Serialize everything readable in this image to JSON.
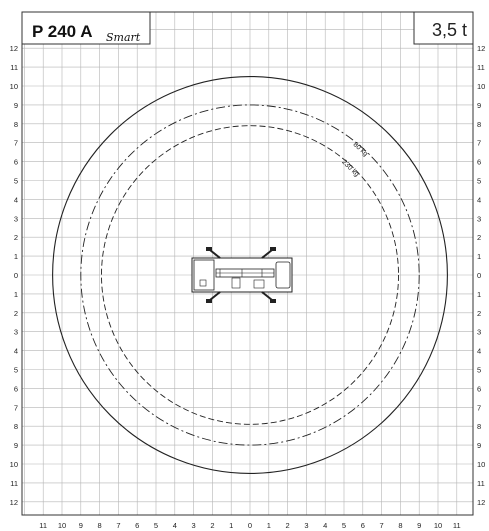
{
  "model": {
    "name": "P 240 A",
    "variant": "Smart"
  },
  "weight_class": "3,5 t",
  "y_axis_labels": [
    "12",
    "11",
    "10",
    "9",
    "8",
    "7",
    "6",
    "5",
    "4",
    "3",
    "2",
    "1",
    "0",
    "1",
    "2",
    "3",
    "4",
    "5",
    "6",
    "7",
    "8",
    "9",
    "10",
    "11",
    "12"
  ],
  "x_axis_labels": [
    "11",
    "10",
    "9",
    "8",
    "7",
    "6",
    "5",
    "4",
    "3",
    "2",
    "1",
    "0",
    "1",
    "2",
    "3",
    "4",
    "5",
    "6",
    "7",
    "8",
    "9",
    "10",
    "11"
  ],
  "working_ranges": [
    {
      "load": "80 kg",
      "radius_m": 9.0,
      "style": "dash-dot"
    },
    {
      "load": "230 kg",
      "radius_m": 7.9,
      "style": "dashed"
    },
    {
      "load": "",
      "radius_m": 10.5,
      "style": "solid"
    }
  ]
}
